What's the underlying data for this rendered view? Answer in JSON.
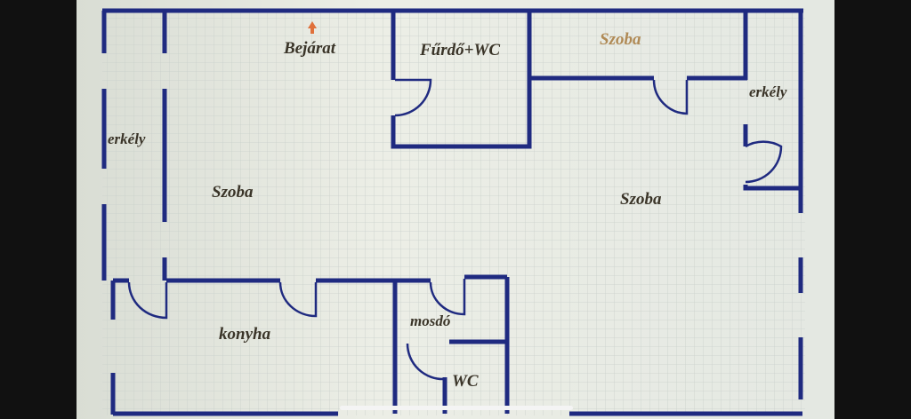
{
  "plan": {
    "rooms": {
      "entrance": "Bejárat",
      "bathroom": "Fűrdő+WC",
      "room_top": "Szoba",
      "balcony_right": "erkély",
      "balcony_left": "erkély",
      "room_left": "Szoba",
      "room_right": "Szoba",
      "kitchen": "konyha",
      "washroom": "mosdó",
      "toilet": "WC"
    },
    "icons": {
      "entrance": "arrow-up-icon"
    },
    "colors": {
      "wall": "#1f2a80",
      "grid": "#c9d0cb",
      "label": "#3a3428",
      "label_highlight": "#b08a55",
      "arrow": "#e0703a"
    }
  }
}
